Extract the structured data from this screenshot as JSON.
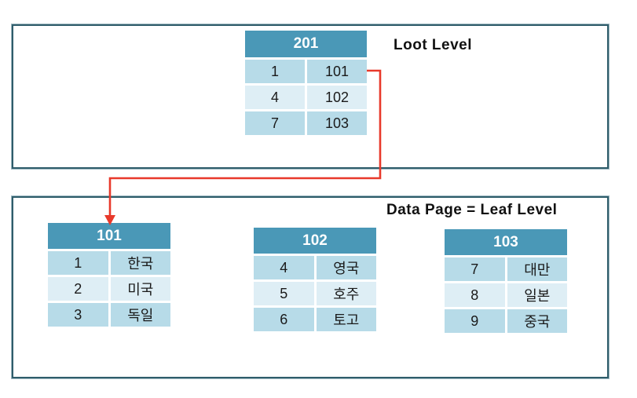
{
  "labels": {
    "root_level": "Loot Level",
    "leaf_level": "Data Page = Leaf Level"
  },
  "colors": {
    "header": "#4A98B7",
    "row_odd": "#B7DBE8",
    "row_even": "#DEEEF5",
    "box_border": "#2F5D6B",
    "arrow": "#E8392B"
  },
  "root_table": {
    "title": "201",
    "rows": [
      [
        "1",
        "101"
      ],
      [
        "4",
        "102"
      ],
      [
        "7",
        "103"
      ]
    ]
  },
  "leaf_tables": [
    {
      "title": "101",
      "rows": [
        [
          "1",
          "한국"
        ],
        [
          "2",
          "미국"
        ],
        [
          "3",
          "독일"
        ]
      ]
    },
    {
      "title": "102",
      "rows": [
        [
          "4",
          "영국"
        ],
        [
          "5",
          "호주"
        ],
        [
          "6",
          "토고"
        ]
      ]
    },
    {
      "title": "103",
      "rows": [
        [
          "7",
          "대만"
        ],
        [
          "8",
          "일본"
        ],
        [
          "9",
          "중국"
        ]
      ]
    }
  ]
}
